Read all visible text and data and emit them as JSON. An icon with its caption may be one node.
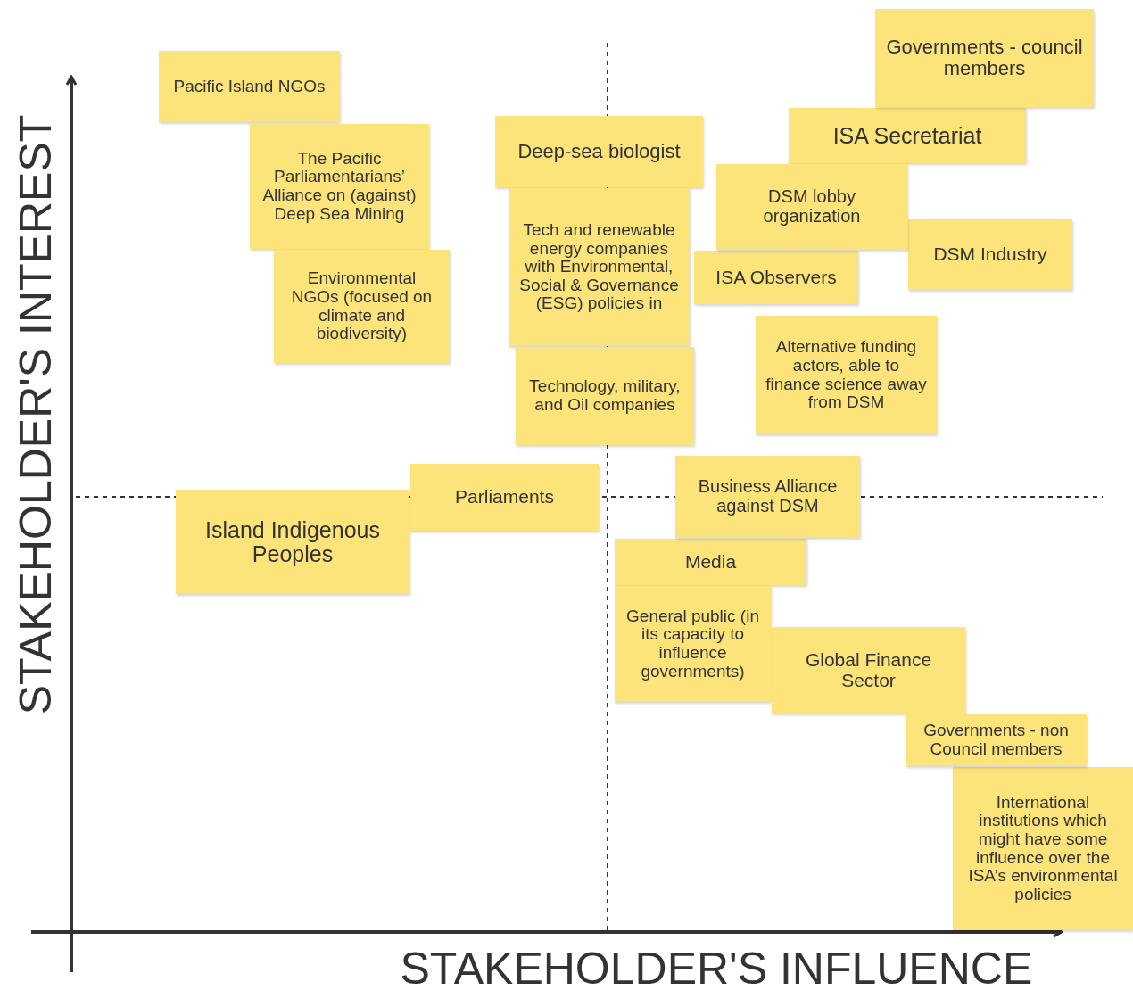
{
  "diagram": {
    "nodes": [
      {
        "text": [
          "Governments - council members"
        ]
      },
      {
        "text": [
          "Pacific Island NGOs"
        ]
      },
      {
        "text": [
          "ISA Secretariat"
        ]
      },
      {
        "text": [
          "Deep-sea biologist"
        ]
      },
      {
        "text": [
          "The Pacific Parliamentarians’ Alliance on (against) Deep Sea Mining"
        ]
      },
      {
        "text": [
          "DSM lobby organization"
        ]
      },
      {
        "text": [
          "Tech and renewable energy companies with Environmental, Social & Governance (ESG) policies in"
        ]
      },
      {
        "text": [
          "DSM Industry"
        ]
      },
      {
        "text": [
          "ISA Observers"
        ]
      },
      {
        "text": [
          "Environmental NGOs (focused on climate and biodiversity)"
        ]
      },
      {
        "text": [
          "Alternative funding actors, able to finance science away from DSM"
        ]
      },
      {
        "text": [
          "Technology, military, and Oil companies"
        ]
      },
      {
        "text": [
          "Parliaments"
        ]
      },
      {
        "text": [
          "Business Alliance against DSM"
        ]
      },
      {
        "text": [
          "Island Indigenous Peoples"
        ]
      },
      {
        "text": [
          "Media"
        ]
      },
      {
        "text": [
          "General public (in its capacity to influence governments)"
        ]
      },
      {
        "text": [
          "Global Finance Sector"
        ]
      },
      {
        "text": [
          "Governments - non Council members"
        ]
      },
      {
        "text": [
          "International institutions which might have some influence over the ISA’s environmental policies"
        ]
      }
    ],
    "edges": [],
    "labels": [
      "STAKEHOLDER'S INTEREST",
      "STAKEHOLDER'S INFLUENCE"
    ]
  }
}
